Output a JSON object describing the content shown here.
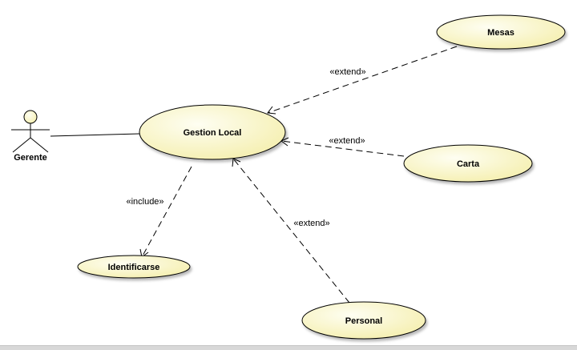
{
  "actor": {
    "name": "Gerente"
  },
  "use_cases": {
    "main": "Gestion Local",
    "mesas": "Mesas",
    "carta": "Carta",
    "identificarse": "Identificarse",
    "personal": "Personal"
  },
  "relations": {
    "mesas_extend": "«extend»",
    "carta_extend": "«extend»",
    "personal_extend": "«extend»",
    "include": "«include»"
  },
  "colors": {
    "usecase_fill_light": "#fefee8",
    "usecase_fill_dark": "#f6f0b4",
    "stroke": "#000000"
  }
}
